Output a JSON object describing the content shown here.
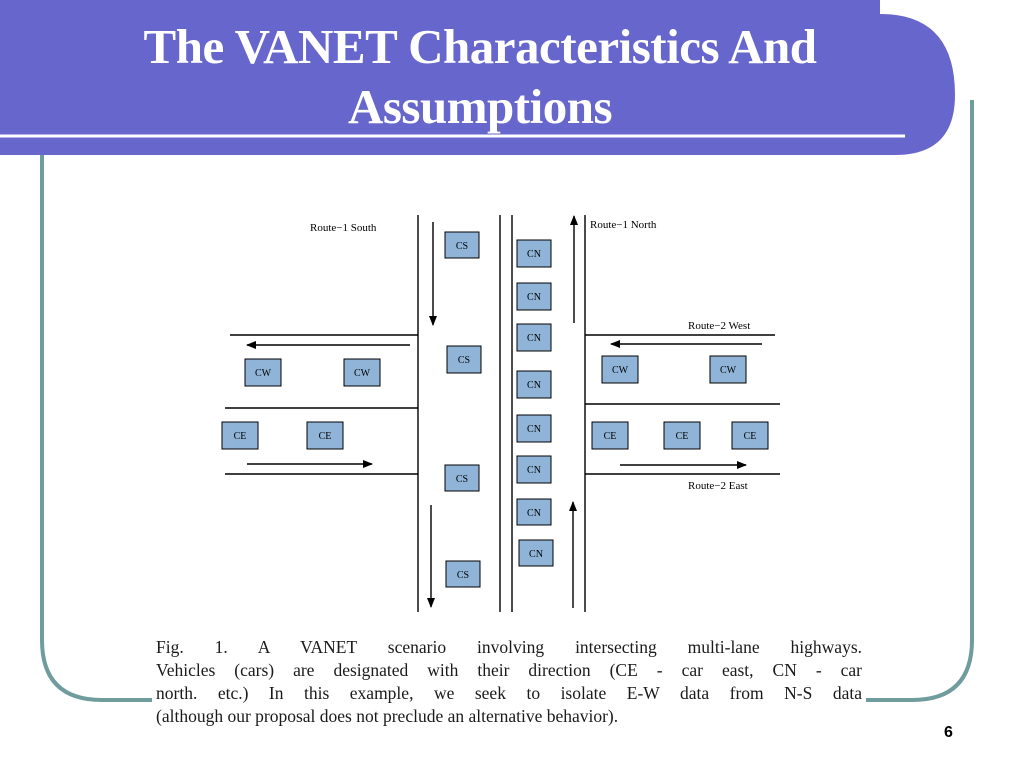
{
  "slide": {
    "title_line1": "The VANET Characteristics And",
    "title_line2": "Assumptions",
    "page_number": "6",
    "colors": {
      "banner": "#6666cc",
      "frame": "#6f9c9c",
      "vehicle_fill": "#8fb4d8"
    }
  },
  "figure": {
    "labels": {
      "route1_south": "Route−1 South",
      "route1_north": "Route−1 North",
      "route2_west": "Route−2 West",
      "route2_east": "Route−2 East"
    },
    "vehicles": {
      "cs": [
        "CS",
        "CS",
        "CS",
        "CS"
      ],
      "cn": [
        "CN",
        "CN",
        "CN",
        "CN",
        "CN",
        "CN",
        "CN",
        "CN"
      ],
      "cw": [
        "CW",
        "CW",
        "CW",
        "CW"
      ],
      "ce": [
        "CE",
        "CE",
        "CE",
        "CE",
        "CE"
      ]
    },
    "caption_lines": [
      "Fig. 1.    A VANET scenario involving intersecting multi-lane highways.",
      "Vehicles (cars) are designated with their direction (CE - car east, CN - car",
      "north. etc.) In this example, we seek to isolate E-W data from N-S data",
      "(although our proposal does not preclude an alternative behavior)."
    ]
  }
}
